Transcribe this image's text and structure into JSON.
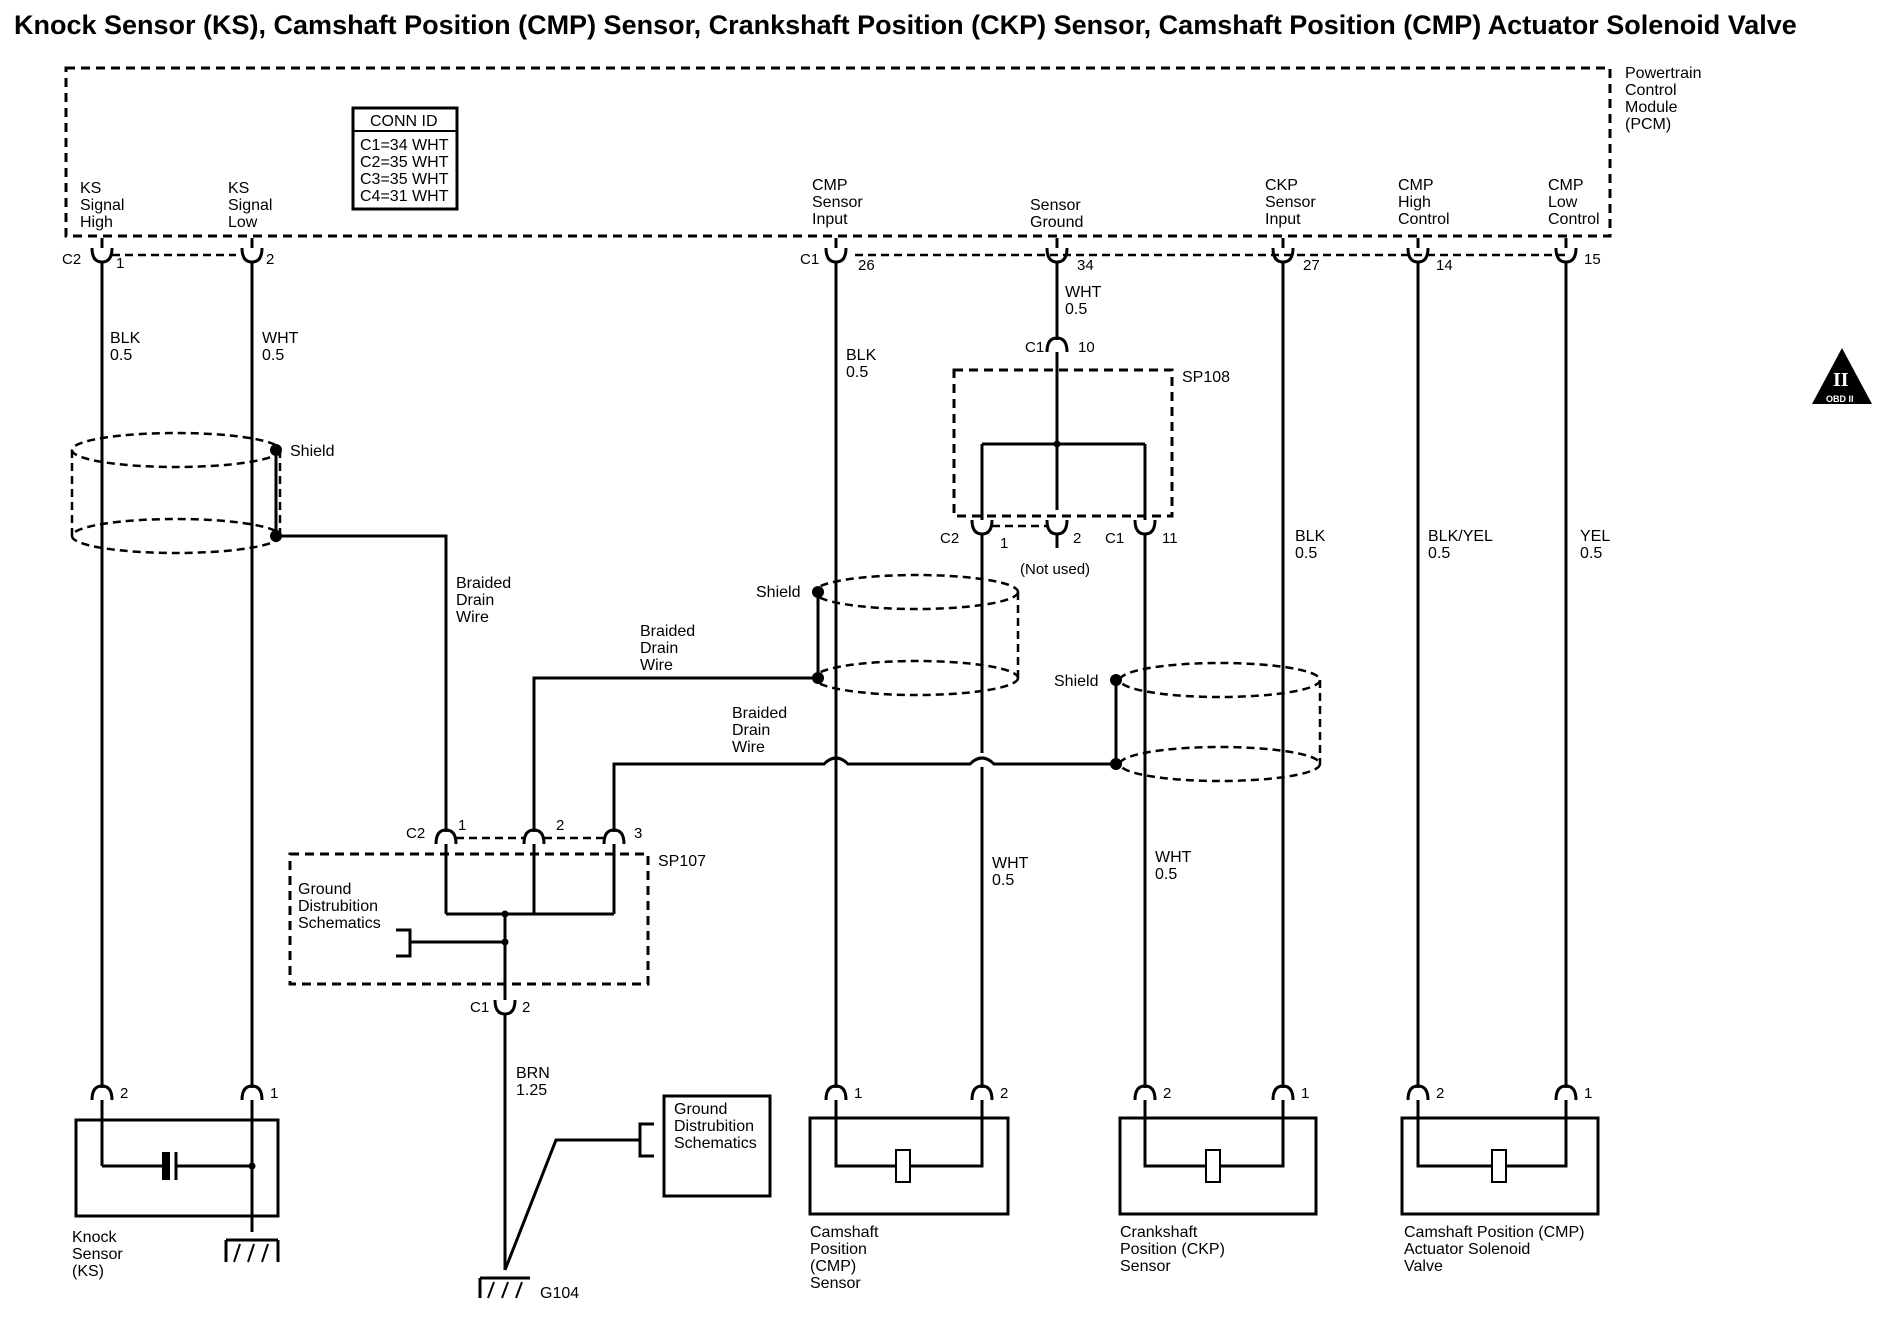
{
  "title": "Knock Sensor (KS), Camshaft Position (CMP) Sensor,  Crankshaft Position (CKP) Sensor, Camshaft Position (CMP) Actuator Solenoid Valve",
  "pcm": {
    "label": [
      "Powertrain",
      "Control",
      "Module",
      "(PCM)"
    ],
    "conn_id": {
      "header": "CONN ID",
      "rows": [
        "C1=34 WHT",
        "C2=35 WHT",
        "C3=35 WHT",
        "C4=31 WHT"
      ]
    },
    "pins": [
      {
        "name": [
          "KS",
          "Signal",
          "High"
        ],
        "conn": "C2",
        "pin": "1"
      },
      {
        "name": [
          "KS",
          "Signal",
          "Low"
        ],
        "conn": "",
        "pin": "2"
      },
      {
        "name": [
          "CMP",
          "Sensor",
          "Input"
        ],
        "conn": "C1",
        "pin": "26"
      },
      {
        "name": [
          "Sensor",
          "Ground"
        ],
        "conn": "",
        "pin": "34"
      },
      {
        "name": [
          "CKP",
          "Sensor",
          "Input"
        ],
        "conn": "",
        "pin": "27"
      },
      {
        "name": [
          "CMP",
          "High",
          "Control"
        ],
        "conn": "",
        "pin": "14"
      },
      {
        "name": [
          "CMP",
          "Low",
          "Control"
        ],
        "conn": "",
        "pin": "15"
      }
    ]
  },
  "wires": {
    "ks_high": [
      "BLK",
      "0.5"
    ],
    "ks_low": [
      "WHT",
      "0.5"
    ],
    "cmp_input": [
      "BLK",
      "0.5"
    ],
    "sensor_ground": [
      "WHT",
      "0.5"
    ],
    "ckp_input": [
      "BLK",
      "0.5"
    ],
    "cmp_high": [
      "BLK/YEL",
      "0.5"
    ],
    "cmp_low": [
      "YEL",
      "0.5"
    ],
    "cmp_return": [
      "WHT",
      "0.5"
    ],
    "ckp_return": [
      "WHT",
      "0.5"
    ],
    "ground": [
      "BRN",
      "1.25"
    ]
  },
  "sp108": {
    "name": "SP108",
    "in_conn": "C1",
    "in_pin": "10",
    "c2": "C2",
    "c2_pin1": "1",
    "c2_pin2": "2",
    "not_used": "(Not used)",
    "c1": "C1",
    "c1_pin": "11"
  },
  "sp107": {
    "name": "SP107",
    "conn": "C2",
    "pins": [
      "1",
      "2",
      "3"
    ],
    "ground_dist": [
      "Ground",
      "Distrubition",
      "Schematics"
    ],
    "out_conn": "C1",
    "out_pin": "2"
  },
  "shield_label": "Shield",
  "drain_label": [
    "Braided",
    "Drain",
    "Wire"
  ],
  "ground_dist2": [
    "Ground",
    "Distrubition",
    "Schematics"
  ],
  "g104": "G104",
  "obd_badge": {
    "roman": "II",
    "text": "OBD II"
  },
  "components": {
    "ks": {
      "label": [
        "Knock",
        "Sensor",
        "(KS)"
      ],
      "pins": [
        "2",
        "1"
      ]
    },
    "cmp_sensor": {
      "label": [
        "Camshaft",
        "Position",
        "(CMP)",
        "Sensor"
      ],
      "pins": [
        "1",
        "2"
      ]
    },
    "ckp_sensor": {
      "label": [
        "Crankshaft",
        "Position (CKP)",
        "Sensor"
      ],
      "pins": [
        "2",
        "1"
      ]
    },
    "cmp_actuator": {
      "label": [
        "Camshaft Position (CMP)",
        "Actuator Solenoid",
        "Valve"
      ],
      "pins": [
        "2",
        "1"
      ]
    }
  }
}
